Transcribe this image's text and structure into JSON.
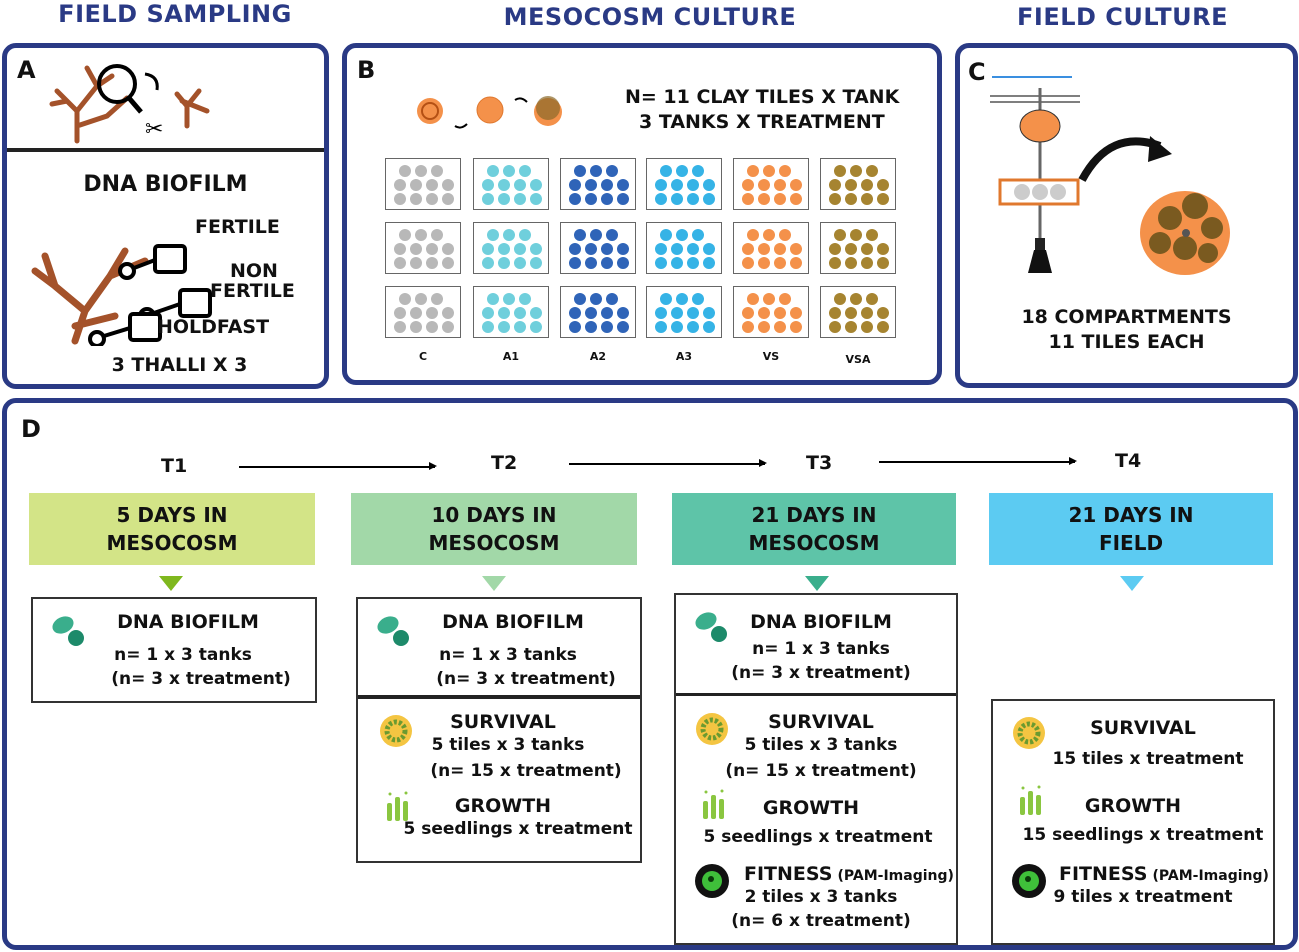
{
  "headers": {
    "field_sampling": "FIELD SAMPLING",
    "mesocosm_culture": "MESOCOSM CULTURE",
    "field_culture": "FIELD CULTURE"
  },
  "panel_a": {
    "label": "A",
    "dna_title": "DNA BIOFILM",
    "fertile": "FERTILE",
    "non": "NON",
    "non_fertile": "FERTILE",
    "holdfast": "HOLDFAST",
    "thalli": "3 THALLI X 3"
  },
  "panel_b": {
    "label": "B",
    "line1": "N= 11 CLAY TILES X TANK",
    "line2": "3 TANKS X TREATMENT",
    "treatments": [
      "C",
      "A1",
      "A2",
      "A3",
      "VS",
      "VSA"
    ],
    "colors": [
      "#b8b8b8",
      "#6fcfdc",
      "#2f64b8",
      "#35b3e6",
      "#f4914a",
      "#a68430"
    ]
  },
  "panel_c": {
    "label": "C",
    "line1": "18  COMPARTMENTS",
    "line2": "11 TILES EACH"
  },
  "panel_d": {
    "label": "D",
    "times": [
      "T1",
      "T2",
      "T3",
      "T4"
    ],
    "stages": [
      {
        "l1": "5 DAYS IN",
        "l2": "MESOCOSM",
        "color": "#d3e487",
        "tri": "#7fb81e"
      },
      {
        "l1": "10 DAYS IN",
        "l2": "MESOCOSM",
        "color": "#a2d8a8",
        "tri": "#a2d8a8"
      },
      {
        "l1": "21 DAYS IN",
        "l2": "MESOCOSM",
        "color": "#5ec4a8",
        "tri": "#3aae8c"
      },
      {
        "l1": "21 DAYS IN",
        "l2": "FIELD",
        "color": "#5ccbf2",
        "tri": "#5ccbf2"
      }
    ],
    "dna": {
      "title": "DNA BIOFILM",
      "n1": "n= 1 x 3 tanks",
      "n2": "(n= 3 x treatment)"
    },
    "survival_title": "SURVIVAL",
    "growth_title": "GROWTH",
    "fitness_title": "FITNESS",
    "pam": "(PAM-Imaging)",
    "t2": {
      "surv1": "5 tiles x 3 tanks",
      "surv2": "(n= 15 x treatment)",
      "growth1": "5 seedlings x treatment"
    },
    "t3": {
      "surv1": "5 tiles x 3 tanks",
      "surv2": "(n= 15 x treatment)",
      "growth1": "5 seedlings x treatment",
      "fit1": "2 tiles x 3 tanks",
      "fit2": "(n= 6 x treatment)"
    },
    "t4": {
      "surv1": "15 tiles x treatment",
      "growth1": "15 seedlings x treatment",
      "fit1": "9 tiles x treatment"
    }
  }
}
